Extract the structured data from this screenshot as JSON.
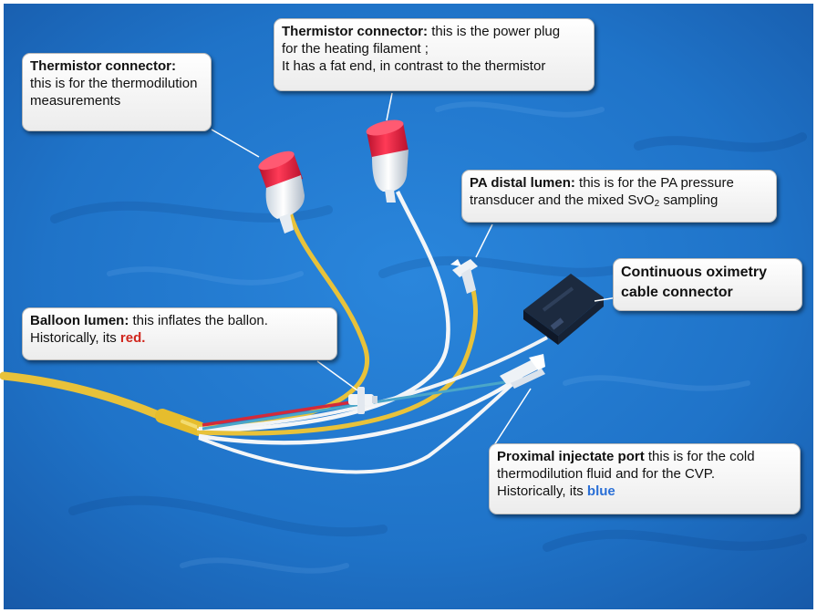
{
  "callouts": {
    "thermistor_left": {
      "title": "Thermistor connector:",
      "line1": "this is for the thermodilution",
      "line2": "measurements"
    },
    "thermistor_top": {
      "title": "Thermistor connector:",
      "text1": " this is the power plug",
      "line2": "for the heating filament ;",
      "line3": "It has a fat end, in contrast to the thermistor"
    },
    "pa_distal": {
      "title": "PA distal lumen:",
      "text1": " this is for the PA pressure",
      "line2a": "transducer and the mixed SvO",
      "line2sub": "2",
      "line2b": " sampling"
    },
    "oximetry": {
      "line1": "Continuous oximetry",
      "line2": "cable connector"
    },
    "balloon": {
      "title": "Balloon lumen:",
      "text1": " this inflates the ballon.",
      "line2": "Historically,  its ",
      "color_word": "red."
    },
    "proximal": {
      "title": "Proximal injectate port",
      "text1": " this is for the cold",
      "line2": "thermodilution fluid and for the CVP.",
      "line3": "Historically,  its ",
      "color_word": "blue"
    }
  },
  "colors": {
    "background_cloth": "#1f73c8",
    "red_text": "#d0261d",
    "blue_text": "#2a6fd6",
    "yellow_line": "#e8c23a",
    "connector_red": "#e0203e"
  }
}
